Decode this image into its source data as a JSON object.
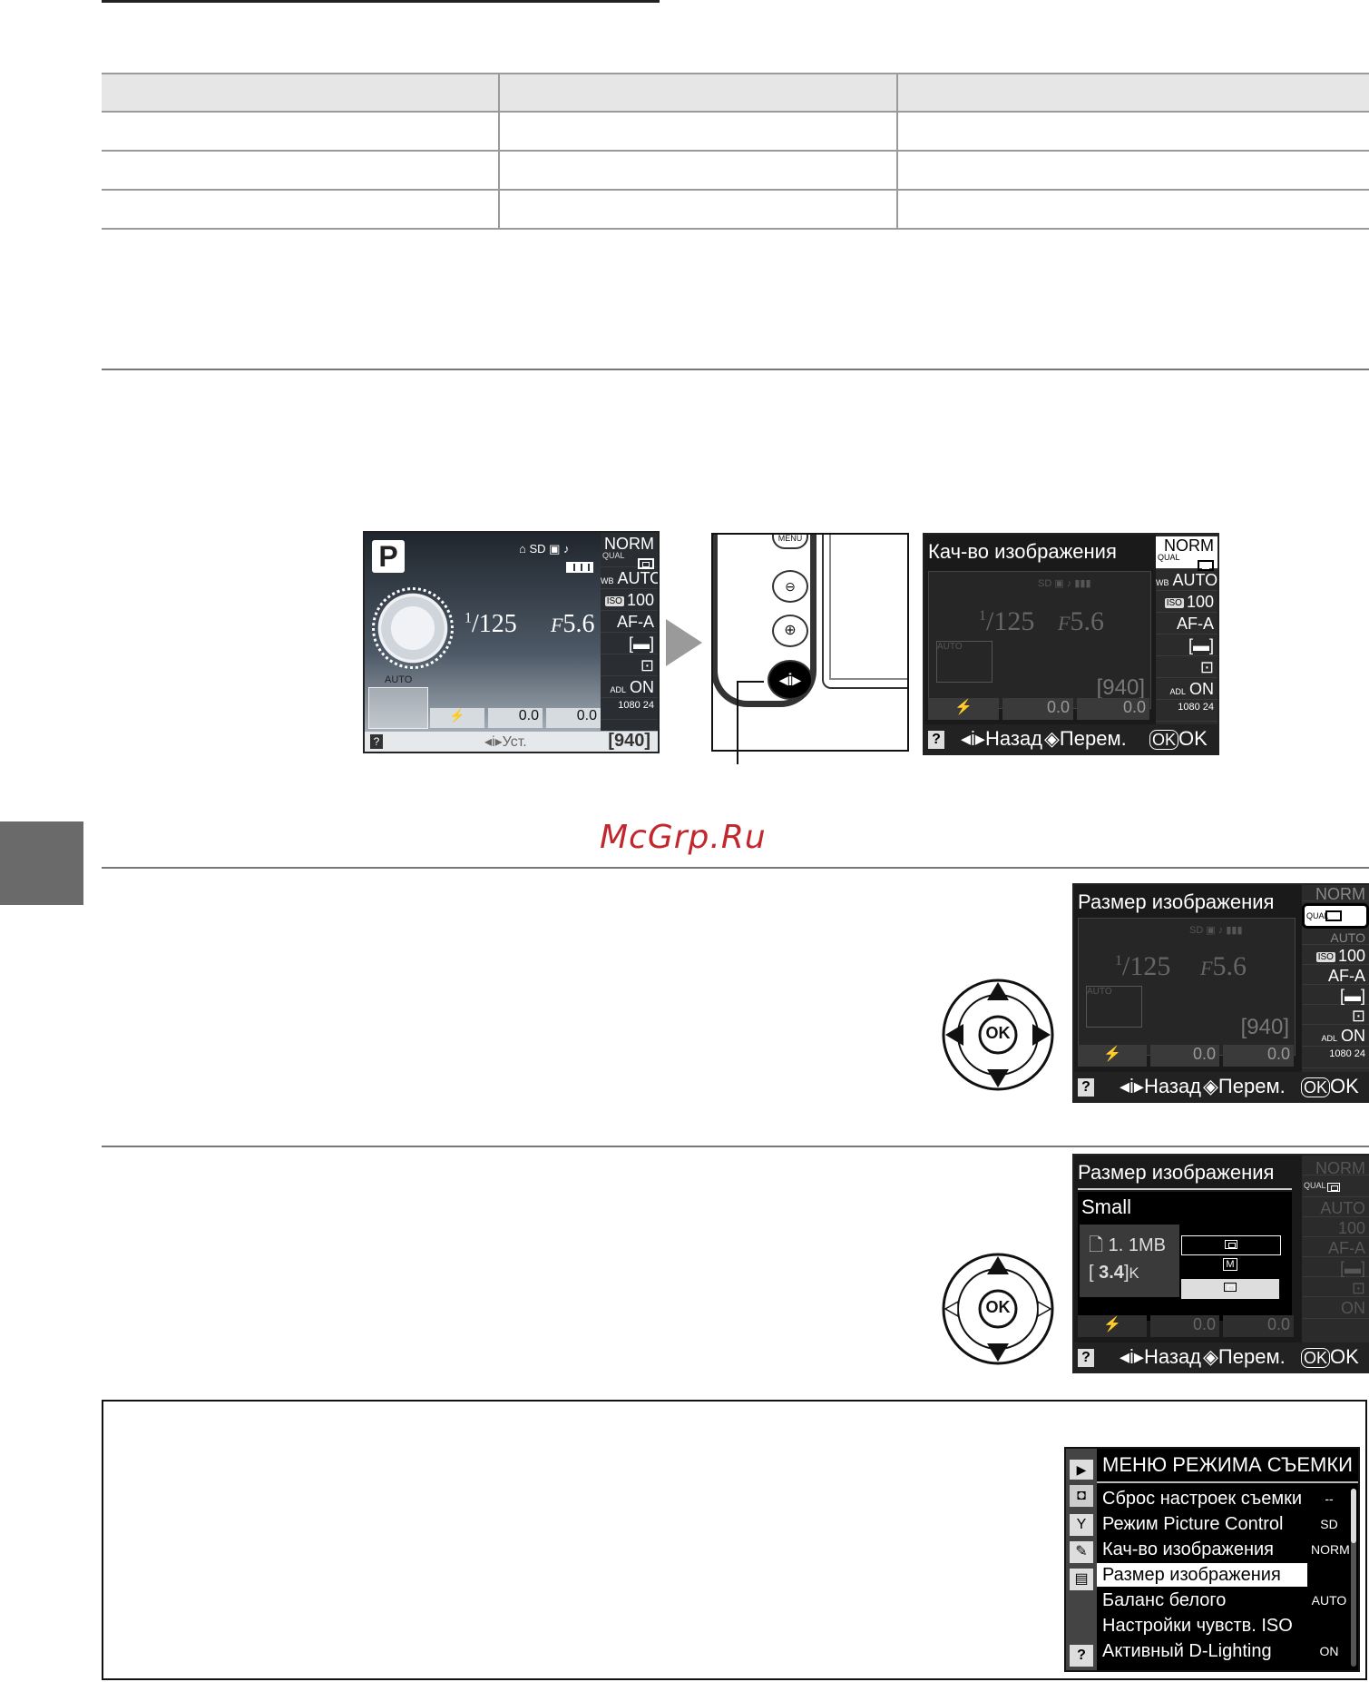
{
  "watermark": "McGrp.Ru",
  "screen1": {
    "mode": "P",
    "status_top": "SD",
    "shutter": "125",
    "aperture": "5.6",
    "autoarea_label": "AUTO",
    "right_col": {
      "qual": "NORM",
      "wb": "AUTO",
      "iso": "100",
      "af": "AF-A",
      "adl": "ON"
    },
    "flash_comp": "0.0",
    "exp_comp": "0.0",
    "bottom_set": "Уст.",
    "shots": "940"
  },
  "screen3": {
    "title": "Кач-во изображения",
    "right_col": {
      "qual": "NORM",
      "wb": "AUTO",
      "iso": "100",
      "af": "AF-A",
      "adl": "ON"
    },
    "shutter": "125",
    "aperture": "5.6",
    "shots": "940",
    "flash_comp": "0.0",
    "exp_comp": "0.0",
    "bottom": {
      "back": "Назад",
      "move": "Перем.",
      "ok_btn": "OK",
      "ok": "OK"
    }
  },
  "screen4": {
    "title": "Размер изображения",
    "right_col": {
      "qual": "NORM",
      "wb": "AUTO",
      "iso": "100",
      "af": "AF-A",
      "adl": "ON"
    },
    "shutter": "125",
    "aperture": "5.6",
    "shots": "940",
    "flash_comp": "0.0",
    "exp_comp": "0.0",
    "bottom": {
      "back": "Назад",
      "move": "Перем.",
      "ok_btn": "OK",
      "ok": "OK"
    }
  },
  "screen5": {
    "title": "Размер изображения",
    "selected_name": "Small",
    "size_mb": "1. 1MB",
    "count": "3.4",
    "count_unit": "K",
    "right_col": {
      "qual": "NORM",
      "wb": "AUTO",
      "iso": "100",
      "af": "AF-A",
      "adl": "ON"
    },
    "flash_comp": "0.0",
    "exp_comp": "0.0",
    "bottom": {
      "back": "Назад",
      "move": "Перем.",
      "ok_btn": "OK",
      "ok": "OK"
    }
  },
  "dpad": {
    "ok_label": "OK"
  },
  "menu": {
    "title": "МЕНЮ РЕЖИМА СЪЕМКИ",
    "items": [
      {
        "label": "Сброс настроек съемки",
        "value": "--"
      },
      {
        "label": "Режим Picture Control",
        "value": "SD"
      },
      {
        "label": "Кач-во изображения",
        "value": "NORM"
      },
      {
        "label": "Размер изображения",
        "value": ""
      },
      {
        "label": "Баланс белого",
        "value": "AUTO"
      },
      {
        "label": "Настройки чувств. ISO",
        "value": ""
      },
      {
        "label": "Активный D-Lighting",
        "value": "ON"
      }
    ]
  }
}
